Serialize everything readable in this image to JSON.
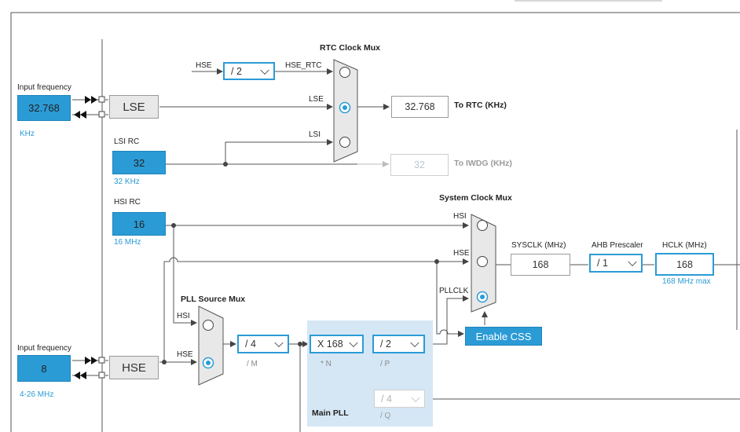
{
  "topbar": "",
  "input_freq_lse": {
    "label": "Input frequency",
    "value": "32.768",
    "unit": "KHz"
  },
  "lse": {
    "label": "LSE"
  },
  "lsi": {
    "label": "LSI RC",
    "value": "32",
    "unit": "32 KHz"
  },
  "hsi": {
    "label": "HSI RC",
    "value": "16",
    "unit": "16 MHz"
  },
  "input_freq_hse": {
    "label": "Input frequency",
    "value": "8",
    "unit": "4-26 MHz"
  },
  "hse": {
    "label": "HSE"
  },
  "rtc_mux": {
    "title": "RTC Clock Mux",
    "hse_in": "HSE",
    "div_value": "/ 2",
    "hse_rtc": "HSE_RTC",
    "lse_in": "LSE",
    "lsi_in": "LSI",
    "selected": "LSE"
  },
  "to_rtc": {
    "value": "32.768",
    "label": "To RTC (KHz)"
  },
  "to_iwdg": {
    "value": "32",
    "label": "To IWDG (KHz)"
  },
  "sys_mux": {
    "title": "System Clock Mux",
    "hsi": "HSI",
    "hse": "HSE",
    "pllclk": "PLLCLK",
    "selected": "PLLCLK"
  },
  "sysclk": {
    "label": "SYSCLK (MHz)",
    "value": "168"
  },
  "ahb": {
    "label": "AHB Prescaler",
    "value": "/ 1"
  },
  "hclk": {
    "label": "HCLK (MHz)",
    "value": "168",
    "note": "168 MHz max"
  },
  "enable_css": "Enable CSS",
  "pll_src_mux": {
    "title": "PLL Source Mux",
    "hsi": "HSI",
    "hse": "HSE",
    "selected": "HSE"
  },
  "pll_m": {
    "value": "/ 4",
    "label": "/ M"
  },
  "pll_n": {
    "value": "X 168",
    "label": "* N"
  },
  "pll_p": {
    "value": "/ 2",
    "label": "/ P"
  },
  "pll_q": {
    "value": "/ 4",
    "label": "/ Q"
  },
  "main_pll": "Main PLL",
  "colors": {
    "accent": "#2b9bd6",
    "pll_bg": "#d5e7f5",
    "wire": "#555555"
  }
}
